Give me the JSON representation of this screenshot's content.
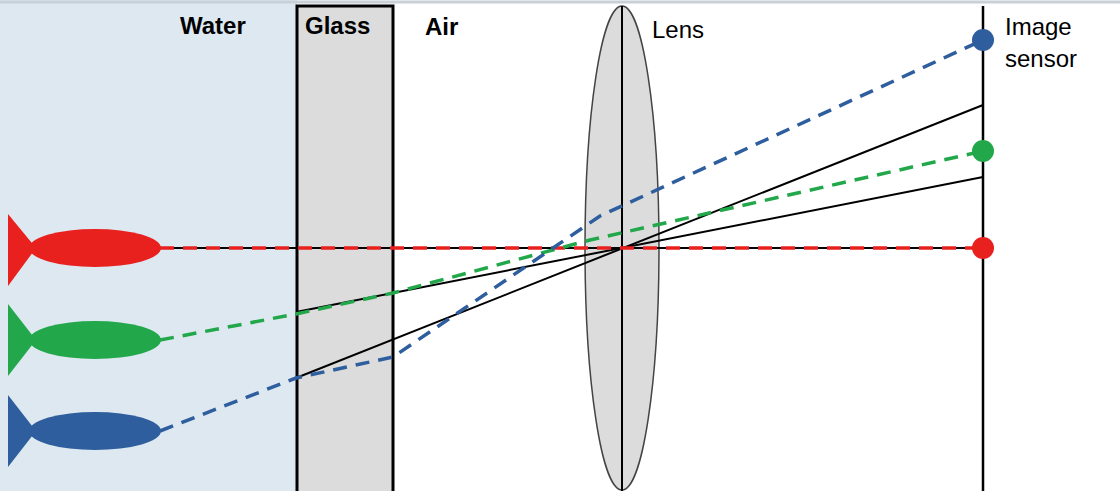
{
  "diagram": {
    "nodes": [
      {
        "text": [
          "Water"
        ]
      },
      {
        "text": [
          "Glass"
        ]
      }
    ],
    "labels": [
      "Air",
      "Lens",
      "Image sensor"
    ]
  }
}
